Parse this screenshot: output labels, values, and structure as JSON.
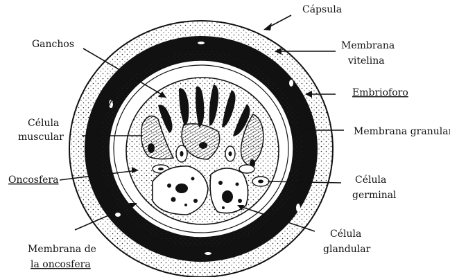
{
  "labels": {
    "capsula": "Cápsula",
    "ganchos": "Ganchos",
    "membrana_vitelina_1": "Membrana",
    "membrana_vitelina_2": "vitelina",
    "embrioforo": "Embrioforo",
    "celula_muscular_1": "Célula",
    "celula_muscular_2": "muscular",
    "membrana_granular": "Membrana granular",
    "oncosfera": "Oncosfera",
    "celula_germinal_1": "Célula",
    "celula_germinal_2": "germinal",
    "membrana_oncosfera_1": "Membrana de",
    "membrana_oncosfera_2": "la oncosfera",
    "celula_glandular_1": "Célula",
    "celula_glandular_2": "glandular"
  },
  "colors": {
    "ink": "#111111",
    "paper": "#ffffff",
    "spellcheck_underline": "#d22233"
  }
}
